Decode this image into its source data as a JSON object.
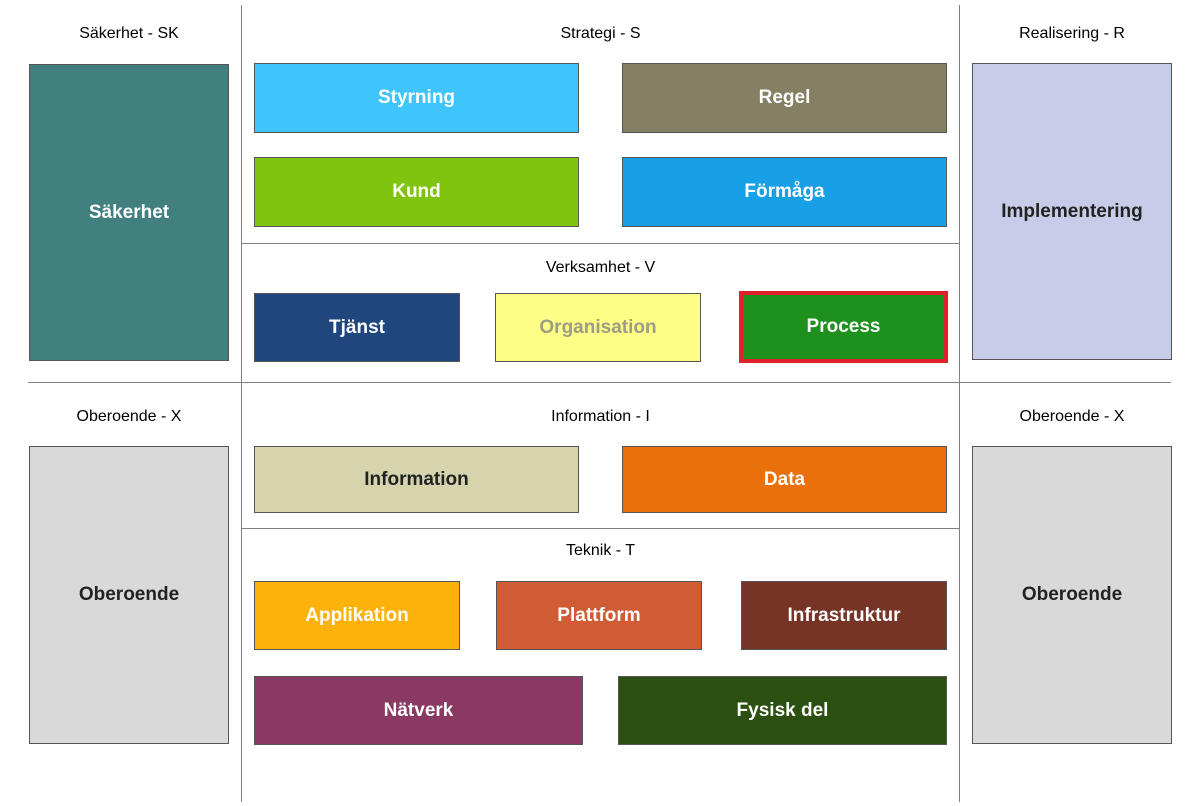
{
  "headings": {
    "sakerhet": "Säkerhet - SK",
    "strategi": "Strategi - S",
    "realisering": "Realisering - R",
    "verksamhet": "Verksamhet - V",
    "oberoende_left": "Oberoende - X",
    "information": "Information - I",
    "oberoende_right": "Oberoende - X",
    "teknik": "Teknik - T"
  },
  "boxes": {
    "sakerhet": {
      "label": "Säkerhet",
      "color": "#41807F"
    },
    "styrning": {
      "label": "Styrning",
      "color": "#40C4FC"
    },
    "regel": {
      "label": "Regel",
      "color": "#857F63"
    },
    "kund": {
      "label": "Kund",
      "color": "#81C410"
    },
    "formaga": {
      "label": "Förmåga",
      "color": "#17A0E6"
    },
    "implementering": {
      "label": "Implementering",
      "color": "#C7CDE9"
    },
    "tjanst": {
      "label": "Tjänst",
      "color": "#1F467D"
    },
    "organisation": {
      "label": "Organisation",
      "color": "#FEFE86"
    },
    "process": {
      "label": "Process",
      "color": "#1E901E",
      "highlight_color": "#E0202A"
    },
    "oberoende_left": {
      "label": "Oberoende",
      "color": "#D9D9D9"
    },
    "information": {
      "label": "Information",
      "color": "#D6D4AC"
    },
    "data": {
      "label": "Data",
      "color": "#E9700A"
    },
    "oberoende_right": {
      "label": "Oberoende",
      "color": "#D9D9D9"
    },
    "applikation": {
      "label": "Applikation",
      "color": "#FCB20B"
    },
    "plattform": {
      "label": "Plattform",
      "color": "#CF5C35"
    },
    "infrastruktur": {
      "label": "Infrastruktur",
      "color": "#753425"
    },
    "natverk": {
      "label": "Nätverk",
      "color": "#8A3963"
    },
    "fysisk_del": {
      "label": "Fysisk del",
      "color": "#2C4F12"
    }
  }
}
